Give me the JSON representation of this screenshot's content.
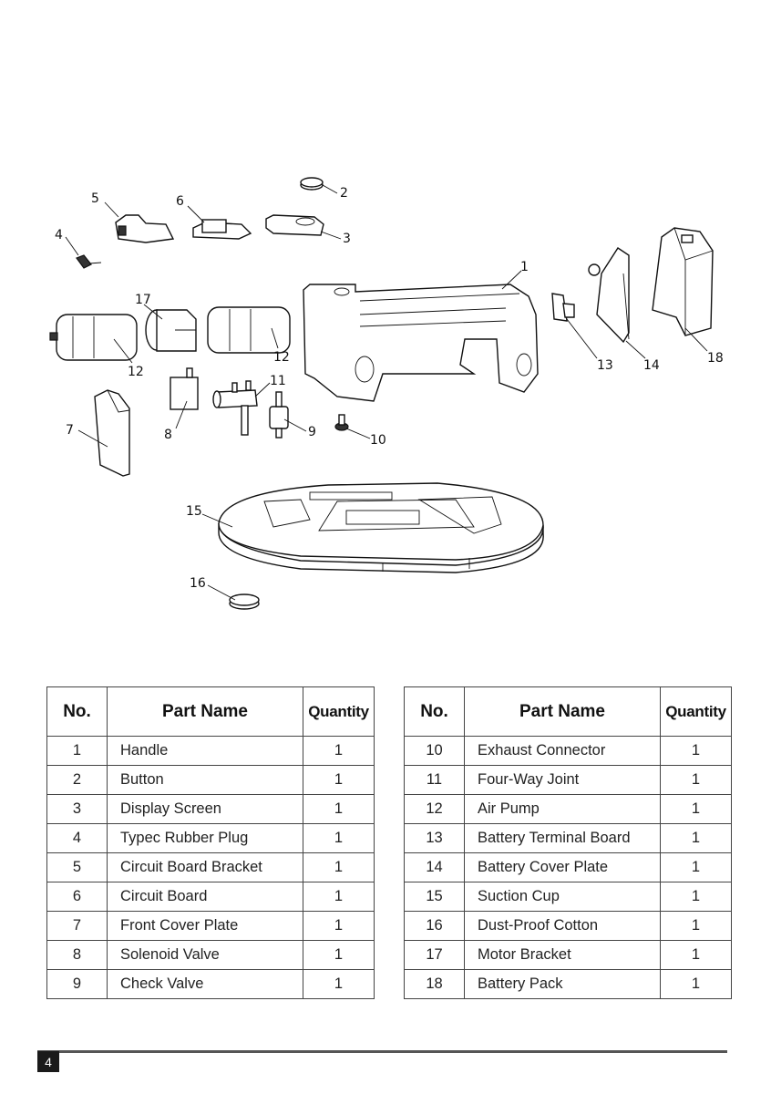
{
  "diagram": {
    "title": "Exploded view",
    "callouts": [
      "1",
      "2",
      "3",
      "4",
      "5",
      "6",
      "7",
      "8",
      "9",
      "10",
      "11",
      "12",
      "12",
      "13",
      "14",
      "15",
      "16",
      "17",
      "18"
    ]
  },
  "tables": [
    {
      "headers": {
        "no": "No.",
        "name": "Part Name",
        "qty": "Quantity"
      },
      "rows": [
        {
          "no": "1",
          "name": "Handle",
          "qty": "1"
        },
        {
          "no": "2",
          "name": "Button",
          "qty": "1"
        },
        {
          "no": "3",
          "name": "Display Screen",
          "qty": "1"
        },
        {
          "no": "4",
          "name": "Typec Rubber Plug",
          "qty": "1"
        },
        {
          "no": "5",
          "name": "Circuit Board Bracket",
          "qty": "1"
        },
        {
          "no": "6",
          "name": "Circuit Board",
          "qty": "1"
        },
        {
          "no": "7",
          "name": "Front Cover Plate",
          "qty": "1"
        },
        {
          "no": "8",
          "name": "Solenoid Valve",
          "qty": "1"
        },
        {
          "no": "9",
          "name": "Check Valve",
          "qty": "1"
        }
      ]
    },
    {
      "headers": {
        "no": "No.",
        "name": "Part Name",
        "qty": "Quantity"
      },
      "rows": [
        {
          "no": "10",
          "name": "Exhaust Connector",
          "qty": "1"
        },
        {
          "no": "11",
          "name": "Four-Way Joint",
          "qty": "1"
        },
        {
          "no": "12",
          "name": "Air Pump",
          "qty": "1"
        },
        {
          "no": "13",
          "name": "Battery Terminal Board",
          "qty": "1"
        },
        {
          "no": "14",
          "name": "Battery Cover Plate",
          "qty": "1"
        },
        {
          "no": "15",
          "name": "Suction Cup",
          "qty": "1"
        },
        {
          "no": "16",
          "name": "Dust-Proof Cotton",
          "qty": "1"
        },
        {
          "no": "17",
          "name": "Motor Bracket",
          "qty": "1"
        },
        {
          "no": "18",
          "name": "Battery Pack",
          "qty": "1"
        }
      ]
    }
  ],
  "footer": {
    "page_number": "4"
  }
}
